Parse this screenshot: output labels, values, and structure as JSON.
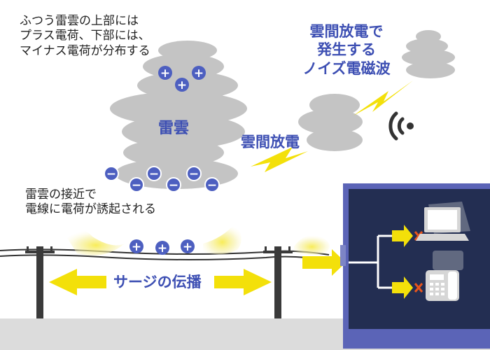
{
  "intro_note": {
    "lines": [
      "ふつう雷雲の上部には",
      "プラス電荷、下部には、",
      "マイナス電荷が分布する"
    ]
  },
  "noise_label": {
    "lines": [
      "雲間放電で",
      "発生する",
      "ノイズ電磁波"
    ]
  },
  "thundercloud_label": "雷雲",
  "intercloud_discharge_label": "雲間放電",
  "induction_note": {
    "lines": [
      "雷雲の接近で",
      "電線に電荷が誘起される"
    ]
  },
  "surge_label": "サージの伝播",
  "charge_symbols": {
    "plus": "+",
    "minus": "−"
  },
  "colors": {
    "cloud_gray": "#c4c4c4",
    "bolt_yellow": "#f3e00a",
    "charge_blue": "#4d5fc0",
    "title_blue": "#3d4fb3",
    "ground_gray": "#dcdcdc",
    "cabinet_frame": "#5b64b7",
    "cabinet_panel": "#232e52",
    "equipment_gray": "#d6d6d6",
    "block_mark_orange": "#e8541b",
    "glow_yellow": "#f6f0a6"
  },
  "icons": [
    "laptop-icon",
    "telephone-icon",
    "wave-icon",
    "lightning-icon",
    "utility-pole-icon"
  ]
}
